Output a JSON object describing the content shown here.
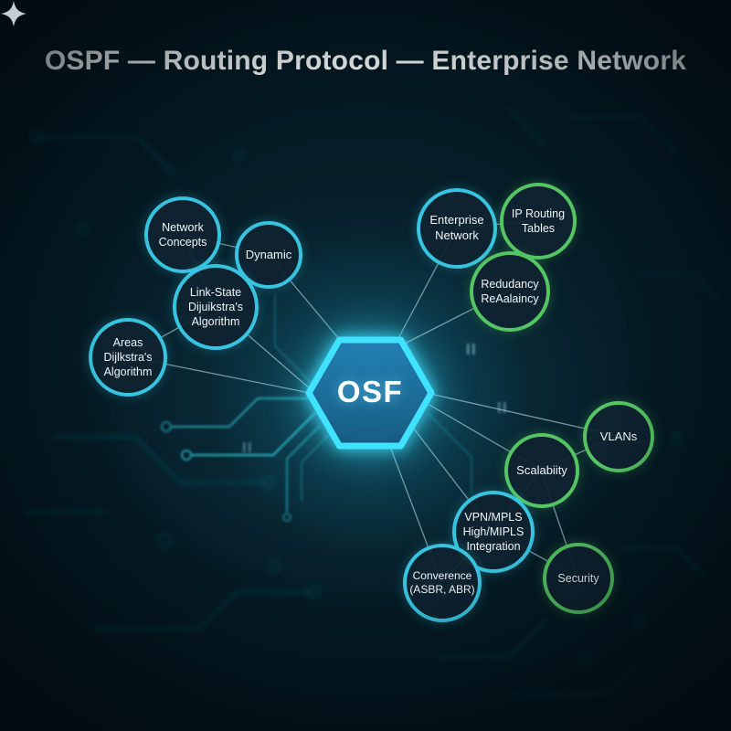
{
  "title": "OSPF — Routing Protocol — Enterprise Network",
  "center": {
    "label": "OSF",
    "shape": "hexagon"
  },
  "colors": {
    "background": "#051a23",
    "cyan_node_border": "#38c4e0",
    "green_node_border": "#55c563",
    "node_fill": "#0f2230",
    "hexagon_stroke": "#41e2ff",
    "hexagon_fill": "#17537e",
    "link_line": "#cdeef8",
    "title_text": "#f5f9fa",
    "node_text": "#f2f7f8",
    "watermark": "#c4ced1"
  },
  "nodes": [
    {
      "id": "network-concepts",
      "label": "Network\nConcepts",
      "color": "cyan"
    },
    {
      "id": "dynamic",
      "label": "Dynamic",
      "color": "cyan"
    },
    {
      "id": "link-state",
      "label": "Link-State\nDijuikstra's\nAlgorithm",
      "color": "cyan"
    },
    {
      "id": "areas",
      "label": "Areas\nDijlkstra's\nAlgorithm",
      "color": "cyan"
    },
    {
      "id": "enterprise-network",
      "label": "Enterprise\nNetwork",
      "color": "cyan"
    },
    {
      "id": "ip-routing-tables",
      "label": "IP Routing\nTables",
      "color": "green"
    },
    {
      "id": "redundancy",
      "label": "Redudancy\nReAalaincy",
      "color": "green"
    },
    {
      "id": "vlans",
      "label": "VLANs",
      "color": "green"
    },
    {
      "id": "scalability",
      "label": "Scalabiity",
      "color": "green"
    },
    {
      "id": "vpn-mpls",
      "label": "VPN/MPLS\nHigh/MIPLS\nIntegration",
      "color": "cyan"
    },
    {
      "id": "security",
      "label": "Security",
      "color": "green"
    },
    {
      "id": "convergence",
      "label": "Converence\n(ASBR, ABR)",
      "color": "cyan"
    }
  ],
  "edges": [
    [
      "network-concepts",
      "dynamic"
    ],
    [
      "network-concepts",
      "link-state"
    ],
    [
      "link-state",
      "areas"
    ],
    [
      "dynamic",
      "center"
    ],
    [
      "link-state",
      "center"
    ],
    [
      "areas",
      "center"
    ],
    [
      "enterprise-network",
      "ip-routing-tables"
    ],
    [
      "enterprise-network",
      "center"
    ],
    [
      "redundancy",
      "center"
    ],
    [
      "vlans",
      "center"
    ],
    [
      "scalability",
      "center"
    ],
    [
      "vpn-mpls",
      "center"
    ],
    [
      "convergence",
      "center"
    ],
    [
      "scalability",
      "vlans"
    ],
    [
      "scalability",
      "vpn-mpls"
    ],
    [
      "scalability",
      "security"
    ],
    [
      "vpn-mpls",
      "security"
    ],
    [
      "vpn-mpls",
      "convergence"
    ]
  ],
  "watermark_icon": "sparkle"
}
